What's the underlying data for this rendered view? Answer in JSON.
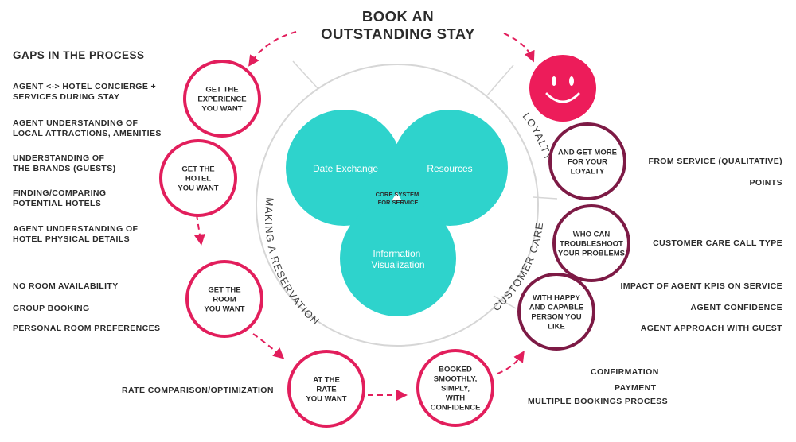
{
  "title": "BOOK AN\nOUTSTANDING STAY",
  "gaps_heading": "GAPS IN THE PROCESS",
  "core": {
    "circle_left": "Date Exchange",
    "circle_right": "Resources",
    "circle_bottom": "Information\nVisualization",
    "center": "CORE SYSTEM\nFOR SERVICE"
  },
  "arcs": {
    "making_reservation": "MAKING A RESERVATION",
    "customer_care": "CUSTOMER CARE",
    "loyalty": "LOYALTY"
  },
  "steps": {
    "experience": "GET THE\nEXPERIENCE\nYOU WANT",
    "hotel": "GET THE\nHOTEL\nYOU WANT",
    "room": "GET THE\nROOM\nYOU WANT",
    "rate": "AT THE\nRATE\nYOU WANT",
    "booked": "BOOKED\nSMOOTHLY,\nSIMPLY,\nWITH\nCONFIDENCE",
    "happy": "WITH HAPPY\nAND CAPABLE\nPERSON YOU\nLIKE",
    "troubleshoot": "WHO CAN\nTROUBLESHOOT\nYOUR PROBLEMS",
    "loyalty": "AND GET MORE\nFOR YOUR\nLOYALTY"
  },
  "gaps_left": {
    "g1": "AGENT <-> HOTEL CONCIERGE +\nSERVICES DURING STAY",
    "g2": "AGENT UNDERSTANDING OF\nLOCAL ATTRACTIONS, AMENITIES",
    "g3": "UNDERSTANDING OF\nTHE BRANDS (GUESTS)",
    "g4": "FINDING/COMPARING\nPOTENTIAL HOTELS",
    "g5": "AGENT UNDERSTANDING OF\nHOTEL PHYSICAL DETAILS",
    "g6": "NO ROOM AVAILABILITY",
    "g7": "GROUP BOOKING",
    "g8": "PERSONAL ROOM PREFERENCES",
    "g9": "RATE COMPARISON/OPTIMIZATION"
  },
  "gaps_right": {
    "r1": "FROM SERVICE (QUALITATIVE)",
    "r2": "POINTS",
    "r3": "CUSTOMER CARE CALL TYPE",
    "r4": "IMPACT OF AGENT KPIS ON SERVICE",
    "r5": "AGENT CONFIDENCE",
    "r6": "AGENT APPROACH WITH GUEST",
    "r7": "CONFIRMATION",
    "r8": "PAYMENT",
    "r9": "MULTIPLE BOOKINGS PROCESS"
  },
  "colors": {
    "pink": "#e21e5c",
    "maroon": "#7d1a45",
    "teal": "#2ed3cc",
    "ring": "#d4d4d4",
    "text": "#2b2b2b"
  },
  "icons": {
    "smiley": "smiley-face-icon"
  }
}
